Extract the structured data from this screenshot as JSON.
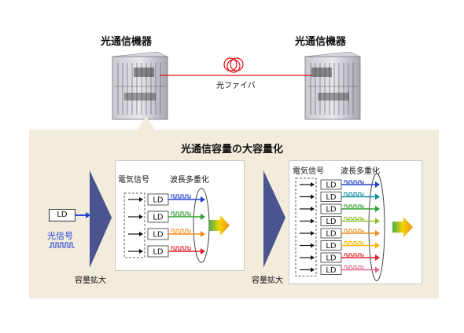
{
  "top": {
    "left_device": "光通信機器",
    "right_device": "光通信機器",
    "fiber": "光ファイバ"
  },
  "panel": {
    "title": "光通信容量の大容量化",
    "capacity_expansion": "容量拡大"
  },
  "stage1": {
    "ld": "LD",
    "signal": "光信号"
  },
  "stage2": {
    "electric": "電気信号",
    "wdm": "波長多重化",
    "ld": "LD",
    "colors": [
      "#1f3fd1",
      "#2e9e2e",
      "#f08c1a",
      "#e0202a"
    ]
  },
  "stage3": {
    "electric": "電気信号",
    "wdm": "波長多重化",
    "ld": "LD",
    "colors": [
      "#1f3fd1",
      "#0a8fa0",
      "#2e9e2e",
      "#8dbb22",
      "#f08c1a",
      "#f4b400",
      "#e0202a",
      "#e26a8a"
    ]
  },
  "colors": {
    "panel_bg": "#f2ecdc",
    "fiber": "#e01010",
    "chevron": "#4a5590"
  }
}
